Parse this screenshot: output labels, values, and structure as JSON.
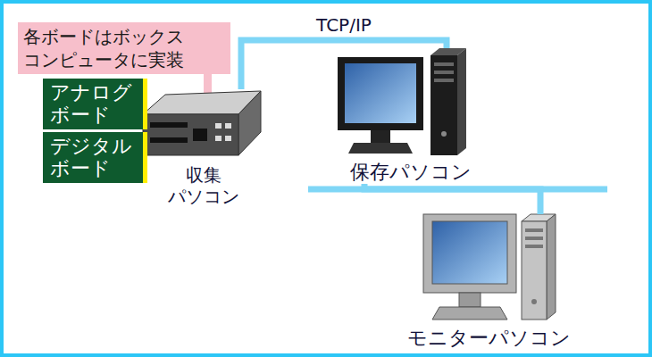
{
  "diagram": {
    "nodes": [
      {
        "text": [
          "各ボードはボックス コンピュータに実装"
        ]
      },
      {
        "text": [
          "アナログ ボード"
        ]
      },
      {
        "text": [
          "デジタル ボード"
        ]
      },
      {
        "text": [
          "収集 パソコン"
        ]
      },
      {
        "text": [
          "保存パソコン"
        ]
      },
      {
        "text": [
          "モニターパソコン"
        ]
      }
    ],
    "edges": [
      {
        "from": 3,
        "to": 4,
        "arrow": "none",
        "label": "TCP/IP"
      },
      {
        "from": 4,
        "to": 5,
        "arrow": "none"
      }
    ]
  }
}
